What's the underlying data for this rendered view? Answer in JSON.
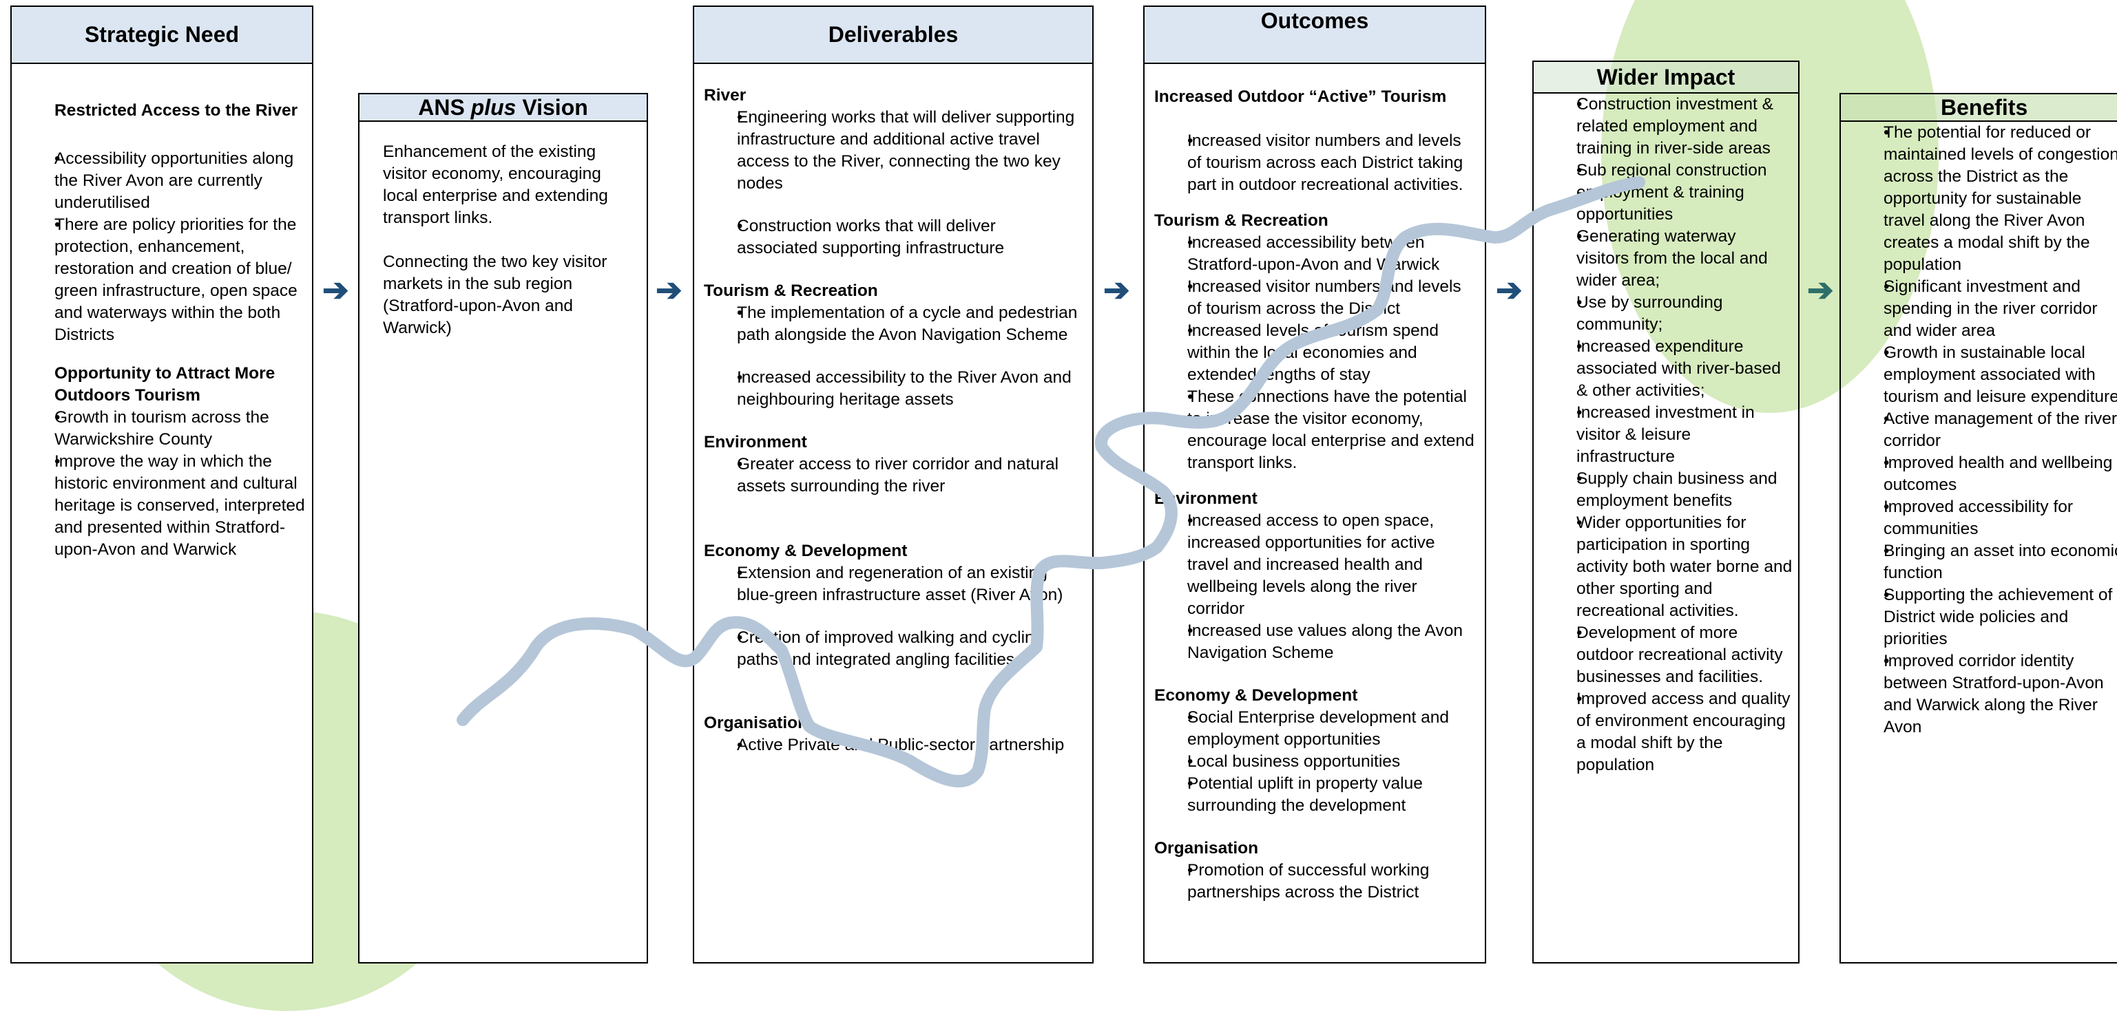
{
  "colors": {
    "header_fill": "#dce6f2",
    "arrow": "#1f4e79",
    "river": "#b5c6d8",
    "green_circle": "#d6ebbe"
  },
  "strategic_need": {
    "title": "Strategic Need",
    "sections": [
      {
        "heading": "Restricted Access to the River",
        "items": [
          "Accessibility opportunities along the River Avon are currently underutilised",
          "There are policy priorities for the protection, enhancement, restoration and creation of blue/ green infrastructure, open space and waterways within the both Districts"
        ]
      },
      {
        "heading": "Opportunity to Attract More Outdoors Tourism",
        "items": [
          "Growth in tourism across the Warwickshire County",
          "Improve the way in which the historic environment and cultural heritage is conserved, interpreted and presented within Stratford-upon-Avon and Warwick"
        ]
      }
    ]
  },
  "vision": {
    "title_pre": "ANS ",
    "title_em": "plus",
    "title_post": " Vision",
    "paragraphs": [
      "Enhancement of the existing visitor economy, encouraging local enterprise and extending transport links.",
      "Connecting the two key visitor markets in the sub region (Stratford-upon-Avon and Warwick)"
    ]
  },
  "deliverables": {
    "title": "Deliverables",
    "sections": [
      {
        "heading": "River",
        "items": [
          "Engineering works that will deliver supporting infrastructure and additional active travel access to the River, connecting the two key nodes",
          "Construction works that will deliver associated supporting infrastructure"
        ]
      },
      {
        "heading": "Tourism & Recreation",
        "items": [
          "The implementation of a cycle and pedestrian path alongside the Avon Navigation Scheme",
          "Increased accessibility to the River Avon and neighbouring heritage assets"
        ]
      },
      {
        "heading": "Environment",
        "items": [
          "Greater access to river corridor and natural assets surrounding the river"
        ]
      },
      {
        "heading": "Economy & Development",
        "items": [
          "Extension and regeneration of an existing blue-green infrastructure asset (River Avon)",
          "Creation of improved walking and cycling paths and integrated angling facilities"
        ]
      },
      {
        "heading": "Organisation",
        "items": [
          "Active Private and Public-sector partnership"
        ]
      }
    ]
  },
  "outcomes": {
    "title": "Outcomes",
    "sections": [
      {
        "heading": "Increased Outdoor “Active” Tourism",
        "items": [
          "Increased visitor numbers and levels of tourism across each District taking part in outdoor recreational activities."
        ]
      },
      {
        "heading": "Tourism & Recreation",
        "items": [
          "Increased accessibility between Stratford-upon-Avon and Warwick",
          "Increased visitor numbers and levels of tourism across the District",
          "Increased levels of tourism spend within the local economies and extended lengths of stay",
          "These connections have the potential to increase the visitor economy, encourage local enterprise and extend transport links."
        ]
      },
      {
        "heading": "Environment",
        "items": [
          "Increased access to open space, increased opportunities for active travel and increased health and wellbeing levels along the river corridor",
          "Increased use values along the Avon Navigation Scheme"
        ]
      },
      {
        "heading": "Economy & Development",
        "items": [
          "Social Enterprise development and employment opportunities",
          "Local business opportunities",
          "Potential uplift in property value surrounding the development"
        ]
      },
      {
        "heading": "Organisation",
        "items": [
          "Promotion of successful working partnerships across the District"
        ]
      }
    ]
  },
  "wider_impact": {
    "title": "Wider Impact",
    "items": [
      "Construction investment & related employment and training in river-side areas",
      "Sub regional construction employment & training opportunities",
      "Generating waterway visitors from the local and wider area;",
      "Use by surrounding community;",
      "Increased expenditure associated with river-based & other activities;",
      "Increased investment in visitor & leisure infrastructure",
      "Supply chain business and employment benefits",
      "Wider opportunities for participation in sporting activity both water borne and other sporting and recreational activities.",
      "Development of more outdoor recreational activity businesses and facilities.",
      "Improved access and quality of environment encouraging a modal shift by the population"
    ]
  },
  "benefits": {
    "title": "Benefits",
    "items": [
      "The potential for reduced or maintained levels of congestion across the District as the opportunity for sustainable travel along the River Avon creates a modal shift by the population",
      "Significant investment and spending in the river corridor and wider area",
      "Growth in sustainable local employment associated with tourism and leisure expenditure",
      "Active management of the river corridor",
      "Improved health and wellbeing outcomes",
      "Improved accessibility for communities",
      "Bringing an asset into economic function",
      "Supporting the achievement of District wide policies and priorities",
      "Improved corridor identity between Stratford-upon-Avon and Warwick along the River Avon"
    ]
  },
  "arrow_glyph": "➔"
}
